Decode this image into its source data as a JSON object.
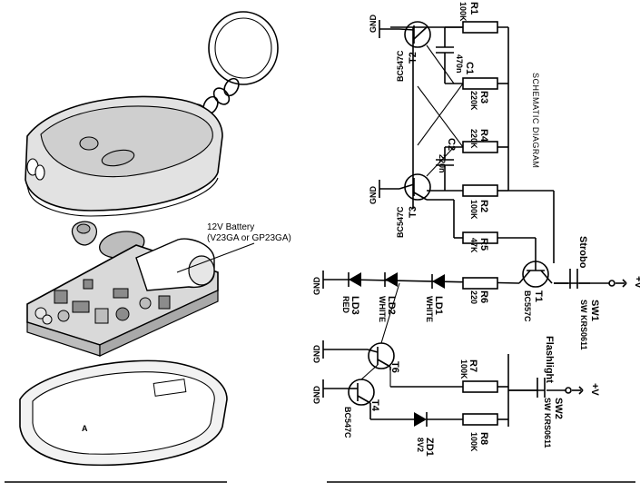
{
  "battery_callout": {
    "line1": "12V Battery",
    "line2": "(V23GA or GP23GA)"
  },
  "keyfob_letter": "A",
  "schematic_title": "SCHEMATIC DIAGRAM",
  "ground": "GND",
  "supply": "+V",
  "resistors": {
    "r1": {
      "ref": "R1",
      "value": "100K"
    },
    "r3": {
      "ref": "R3",
      "value": "220K"
    },
    "r4": {
      "ref": "R4",
      "value": "220K"
    },
    "r2": {
      "ref": "R2",
      "value": "100K"
    },
    "r5": {
      "ref": "R5",
      "value": "47K"
    },
    "r6": {
      "ref": "R6",
      "value": "220"
    },
    "r7": {
      "ref": "R7",
      "value": "100K"
    },
    "r8": {
      "ref": "R8",
      "value": "100K"
    }
  },
  "capacitors": {
    "c1": {
      "ref": "C1",
      "value": "470n"
    },
    "c2": {
      "ref": "C2",
      "value": "220n"
    }
  },
  "transistors": {
    "t2": {
      "ref": "T2",
      "part": "BC547C"
    },
    "t3": {
      "ref": "T3",
      "part": "BC547C"
    },
    "t1": {
      "ref": "T1",
      "part": "BC557C"
    },
    "t6": {
      "ref": "T6",
      "part": ""
    },
    "t4": {
      "ref": "T4",
      "part": "BC547C"
    }
  },
  "leds": {
    "ld3": {
      "ref": "LD3",
      "color": "RED"
    },
    "ld2": {
      "ref": "LD2",
      "color": "WHITE"
    },
    "ld1": {
      "ref": "LD1",
      "color": "WHITE"
    }
  },
  "zener": {
    "ref": "ZD1",
    "value": "8V2"
  },
  "switches": {
    "sw1": {
      "name": "Strobo",
      "ref": "SW1",
      "part": "SW KRS0611"
    },
    "sw2": {
      "name": "Flashlight",
      "ref": "SW2",
      "part": "SW KRS0611"
    }
  }
}
